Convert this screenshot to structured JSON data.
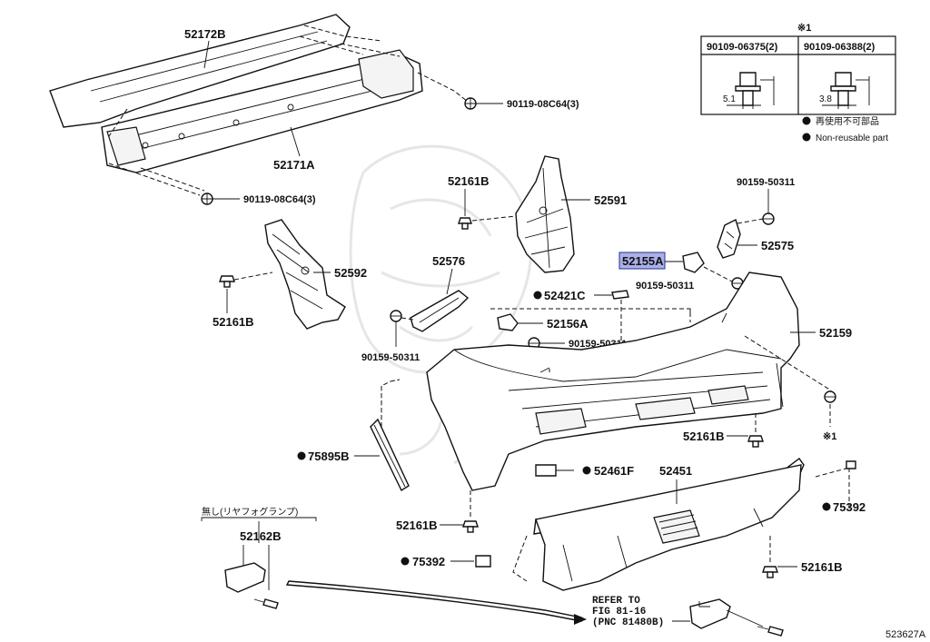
{
  "diagram_id": "523627A",
  "labels": {
    "p52172B": "52172B",
    "p52171A": "52171A",
    "p90119_upper": "90119-08C64(3)",
    "p90119_lower": "90119-08C64(3)",
    "p52161B_a": "52161B",
    "p52591": "52591",
    "p52592": "52592",
    "p52161B_b": "52161B",
    "p52576": "52576",
    "p90159_a": "90159-50311",
    "p52421C": "52421C",
    "p52156A": "52156A",
    "p90159_b": "90159-50311",
    "p90159_c": "90159-50311",
    "p52575": "52575",
    "p52155A": "52155A",
    "p90159_d": "90159-50311",
    "p52159": "52159",
    "p52161B_c": "52161B",
    "mark_x1": "※1",
    "p75895B": "75895B",
    "p52461F": "52461F",
    "p52451": "52451",
    "p75392_a": "75392",
    "p75392_b": "75392",
    "p52161B_d": "52161B",
    "p52161B_e": "52161B",
    "no_fog_label": "無し(リヤフォグランプ)",
    "p52162B": "52162B",
    "refer_line1": "REFER TO",
    "refer_line2": "FIG 81-16",
    "refer_line3": "(PNC 81480B)"
  },
  "legend_table": {
    "mark": "※1",
    "col1_header": "90109-06375(2)",
    "col2_header": "90109-06388(2)",
    "col1_dim": "5.1",
    "col2_dim": "3.8",
    "note_jp": "再使用不可部品",
    "note_en": "Non-reusable part"
  },
  "colors": {
    "highlight": "#aab0e8",
    "line": "#111111"
  }
}
